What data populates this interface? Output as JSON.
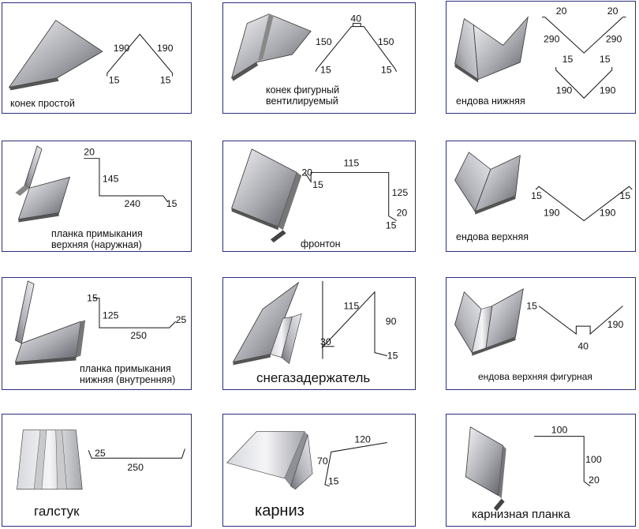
{
  "items": [
    {
      "id": "konek-prostoy",
      "caption": [
        "конек простой"
      ],
      "dims": [
        "190",
        "190",
        "15",
        "15"
      ]
    },
    {
      "id": "konek-figurny",
      "caption": [
        "конек фигурный",
        "вентилируемый"
      ],
      "dims": [
        "40",
        "150",
        "150",
        "15",
        "15"
      ]
    },
    {
      "id": "endova-nizhnyaya",
      "caption": [
        "ендова нижняя"
      ],
      "dims": [
        "20",
        "20",
        "290",
        "290",
        "15",
        "15",
        "190",
        "190"
      ]
    },
    {
      "id": "planka-verkhnyaya",
      "caption": [
        "планка примыкания",
        "верхняя (наружная)"
      ],
      "dims": [
        "20",
        "145",
        "240",
        "15"
      ]
    },
    {
      "id": "fronton",
      "caption": [
        "фронтон"
      ],
      "dims": [
        "115",
        "20",
        "15",
        "125",
        "20",
        "15"
      ]
    },
    {
      "id": "endova-verkhnyaya",
      "caption": [
        "ендова верхняя"
      ],
      "dims": [
        "15",
        "15",
        "190",
        "190"
      ]
    },
    {
      "id": "planka-nizhnyaya",
      "caption": [
        "планка примыкания",
        "нижняя (внутренняя)"
      ],
      "dims": [
        "15",
        "125",
        "25",
        "250"
      ]
    },
    {
      "id": "snegozaderzhatel",
      "caption": [
        "снегазадержатель"
      ],
      "dims": [
        "115",
        "90",
        "30",
        "15"
      ]
    },
    {
      "id": "endova-figurnaya",
      "caption": [
        "ендова верхняя фигурная"
      ],
      "dims": [
        "15",
        "190",
        "40"
      ]
    },
    {
      "id": "galstuk",
      "caption": [
        "галстук"
      ],
      "dims": [
        "25",
        "250"
      ]
    },
    {
      "id": "karniz",
      "caption": [
        "карниз"
      ],
      "dims": [
        "120",
        "70",
        "15"
      ]
    },
    {
      "id": "karniznaya-planka",
      "caption": [
        "карнизная планка"
      ],
      "dims": [
        "100",
        "100",
        "20"
      ]
    }
  ]
}
